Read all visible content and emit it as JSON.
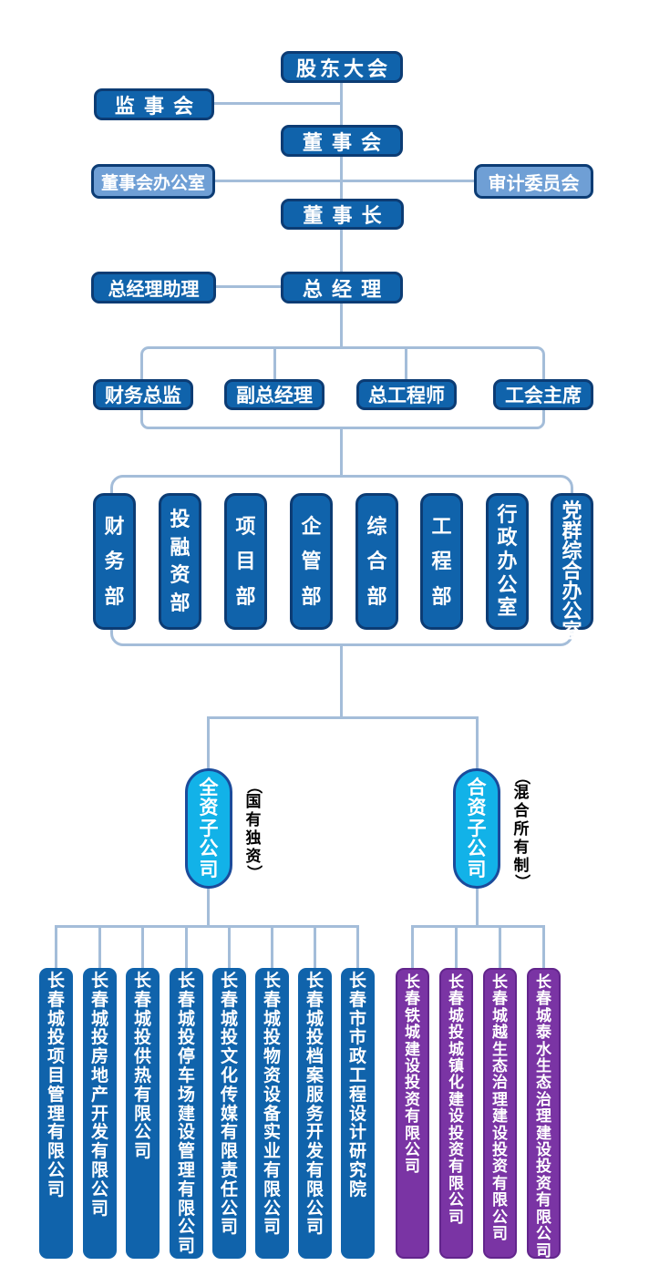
{
  "chart": {
    "nodes": {
      "shareholders": "股东大会",
      "supervisory_board": "监 事 会",
      "board_of_directors": "董 事 会",
      "board_office": "董事会办公室",
      "audit_committee": "审计委员会",
      "chairman": "董 事 长",
      "gm_assistant": "总经理助理",
      "general_manager": "总 经 理"
    },
    "managers": [
      "财务总监",
      "副总经理",
      "总工程师",
      "工会主席"
    ],
    "departments": [
      "财务部",
      "投融资部",
      "项目部",
      "企管部",
      "综合部",
      "工程部",
      "行政办公室",
      "党群综合办公室"
    ],
    "subsidiary_groups": [
      {
        "name": "全资子公司",
        "note": "（国有独资）",
        "companies": [
          "长春城投项目管理有限公司",
          "长春城投房地产开发有限公司",
          "长春城投供热有限公司",
          "长春城投停车场建设管理有限公司",
          "长春城投文化传媒有限责任公司",
          "长春城投物资设备实业有限公司",
          "长春城投档案服务开发有限公司",
          "长春市市政工程设计研究院"
        ]
      },
      {
        "name": "合资子公司",
        "note": "（混合所有制）",
        "companies": [
          "长春铁城建设投资有限公司",
          "长春城投城镇化建设投资有限公司",
          "长春城越生态治理建设投资有限公司",
          "长春城泰水生态治理建设投资有限公司"
        ]
      }
    ],
    "colors": {
      "box_blue": "#1063ab",
      "box_light_blue": "#6f9fd5",
      "border_navy": "#0c3c74",
      "oval_cyan": "#12b2e8",
      "oval_border": "#1b4b9b",
      "company_purple": "#7a34a4",
      "purple_border": "#62258c",
      "line": "#a4bdd9",
      "text_white": "#ffffff",
      "note_black": "#000000"
    }
  }
}
